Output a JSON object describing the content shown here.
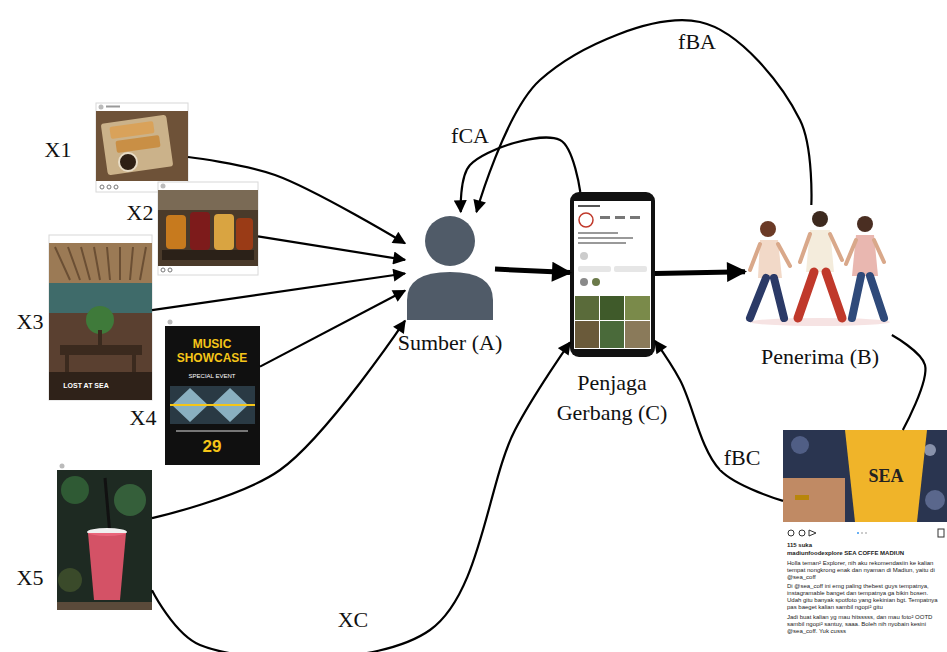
{
  "diagram": {
    "nodes": [
      {
        "text": [
          "X1"
        ]
      },
      {
        "text": [
          "X2"
        ]
      },
      {
        "text": [
          "X3",
          "LOST AT SEA"
        ]
      },
      {
        "text": [
          "X4",
          "MUSIC SHOWCASE",
          "SPECIAL EVENT",
          "29"
        ]
      },
      {
        "text": [
          "X5"
        ]
      },
      {
        "text": [
          "Sumber (A)"
        ]
      },
      {
        "text": [
          "Penjaga Gerbang (C)"
        ]
      },
      {
        "text": [
          "Penerima (B)"
        ]
      },
      {
        "text": [
          "SEA",
          "115 suka",
          "madiunfoodexplore SEA COFFE MADIUN",
          "Holla teman² Explorer, nih aku rekomendasiin ke kalian tempat nongkrong enak dan nyaman di Madiun, yaitu di @sea_coff",
          "Di @sea_coff ini emg paling thebest guys tempatnya, instagramable banget dan tempatnya ga bikin bosen. Udah gitu banyak spotfoto yang kekinian bgt. Tempatnya pas baeget kalian sambil ngopi² gitu",
          "Jadi buat kalian yg mau hitsssss, dan mau foto² OOTD sambil ngopi² santuy, saaa. Boleh nih nyobain kesini @sea_coff. Yuk cusss"
        ]
      }
    ],
    "edges": [
      {
        "from": 0,
        "to": 5,
        "arrow": "to"
      },
      {
        "from": 1,
        "to": 5,
        "arrow": "to"
      },
      {
        "from": 2,
        "to": 5,
        "arrow": "to"
      },
      {
        "from": 3,
        "to": 5,
        "arrow": "to"
      },
      {
        "from": 4,
        "to": 5,
        "arrow": "to"
      },
      {
        "from": 5,
        "to": 6,
        "arrow": "to"
      },
      {
        "from": 6,
        "to": 7,
        "arrow": "to"
      },
      {
        "from": 7,
        "to": 5,
        "label": "fBA",
        "arrow": "to"
      },
      {
        "from": 6,
        "to": 5,
        "label": "fCA",
        "arrow": "to"
      },
      {
        "from": 7,
        "to": 8,
        "arrow": "none"
      },
      {
        "from": 8,
        "to": 6,
        "label": "fBC",
        "arrow": "to"
      },
      {
        "from": 4,
        "to": 6,
        "label": "XC",
        "arrow": "to"
      }
    ]
  }
}
